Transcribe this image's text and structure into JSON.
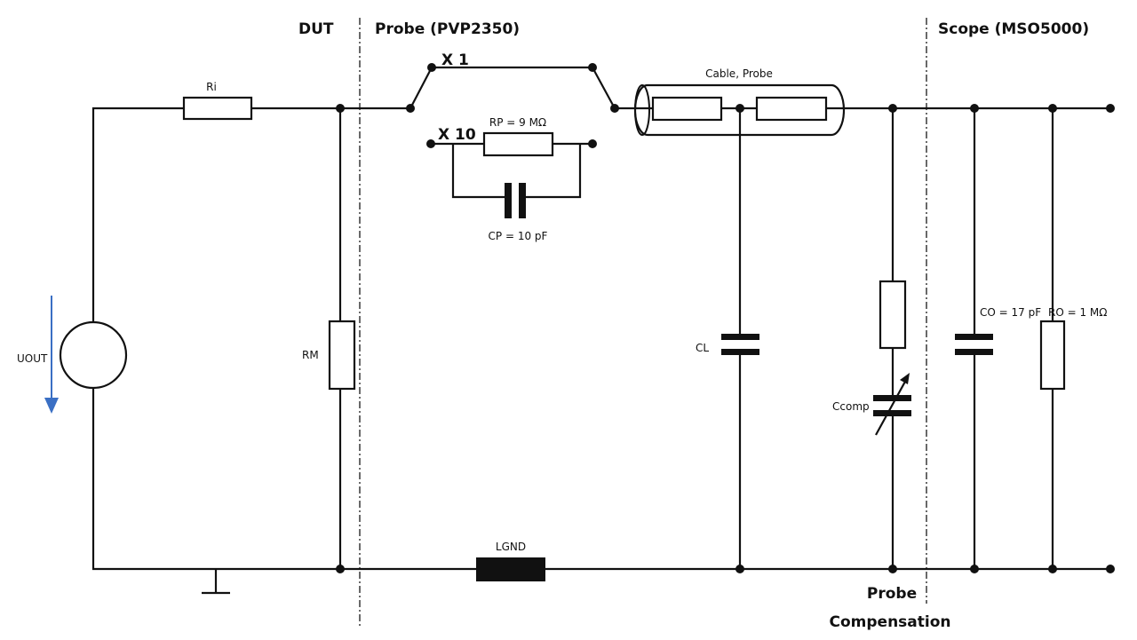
{
  "sections": {
    "dut": "DUT",
    "probe": "Probe (PVP2350)",
    "scope": "Scope (MSO5000)",
    "compensation_line1": "Probe",
    "compensation_line2": "Compensation"
  },
  "components": {
    "ri": "Ri",
    "rm": "RM",
    "uout": "UOUT",
    "switch_x1": "X 1",
    "switch_x10": "X 10",
    "rp": "RP = 9 MΩ",
    "cp": "CP = 10 pF",
    "cable": "Cable, Probe",
    "cl": "CL",
    "ccomp": "Ccomp",
    "co": "CO = 17 pF",
    "ro": "RO = 1 MΩ",
    "lgnd": "LGND"
  },
  "colors": {
    "wire": "#111111",
    "arrow": "#3a6fc4"
  }
}
